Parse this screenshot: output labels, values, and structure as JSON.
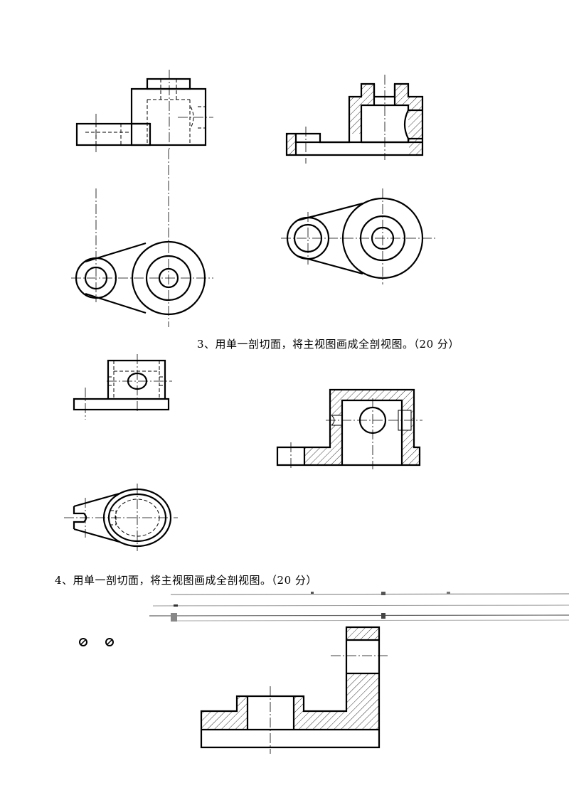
{
  "questions": [
    {
      "id": "q3",
      "text": "3、用单一剖切面，将主视图画成全剖视图。（20 分）"
    },
    {
      "id": "q4",
      "text": "4、用单一剖切面，将主视图画成全剖视图。（20 分）"
    }
  ],
  "colors": {
    "ink": "#000000",
    "paper": "#ffffff"
  }
}
